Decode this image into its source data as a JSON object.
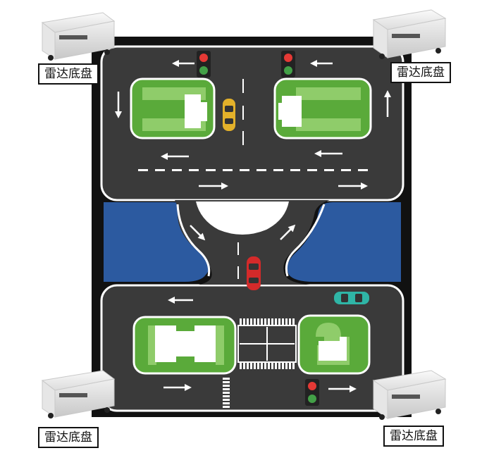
{
  "chassis": {
    "top_left_label": "雷达底盘",
    "top_right_label": "雷达底盘",
    "bottom_left_label": "雷达底盘",
    "bottom_right_label": "雷达底盘"
  },
  "colors": {
    "border": "#111111",
    "road": "#3a3a3a",
    "curb": "#ffffff",
    "water": "#2c5aa0",
    "grass": "#5aaa3a",
    "grass_light": "#8fcc6a",
    "car_yellow": "#e3b12a",
    "car_red": "#d42a2a",
    "car_teal": "#2fb5a6",
    "light_red": "#e53935",
    "light_green": "#43a047"
  },
  "traffic_lights": [
    {
      "id": "top-left",
      "state": "green"
    },
    {
      "id": "top-right",
      "state": "green"
    },
    {
      "id": "bottom-right",
      "state": "green"
    }
  ],
  "vehicles": [
    {
      "id": "yellow-car"
    },
    {
      "id": "red-car"
    },
    {
      "id": "teal-car"
    }
  ]
}
